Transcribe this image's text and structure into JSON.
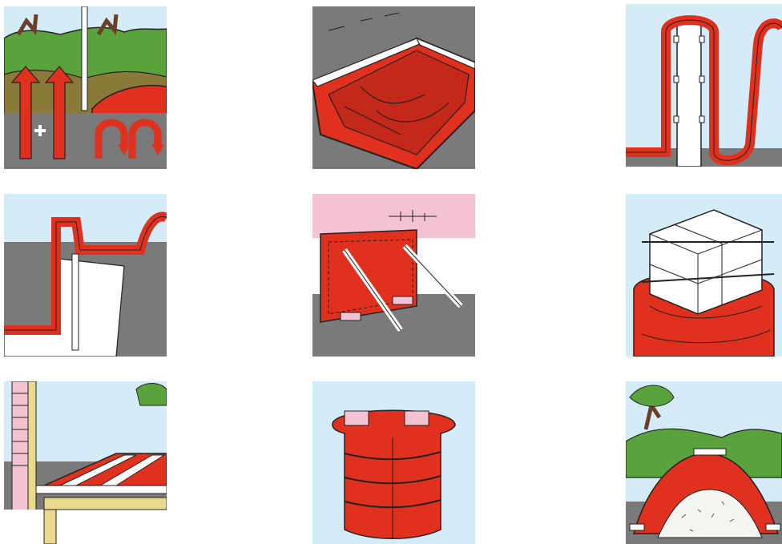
{
  "colors": {
    "membrane_red": "#e0301e",
    "ground_gray": "#7a7a7a",
    "sky_blue": "#d4ecf7",
    "pink_wall": "#f3c3d3",
    "grass_green": "#5aa23c",
    "white": "#ffffff",
    "outline": "#222222",
    "brick_yellow": "#e9d98b"
  },
  "tiles": [
    {
      "id": "tile-1",
      "icon": "drainage-pressure-icon"
    },
    {
      "id": "tile-2",
      "icon": "lined-pond-icon"
    },
    {
      "id": "tile-3",
      "icon": "wall-wrap-icon"
    },
    {
      "id": "tile-4",
      "icon": "retaining-wall-icon"
    },
    {
      "id": "tile-5",
      "icon": "braced-panel-icon"
    },
    {
      "id": "tile-6",
      "icon": "wrapped-blocks-icon"
    },
    {
      "id": "tile-7",
      "icon": "floor-slab-icon"
    },
    {
      "id": "tile-8",
      "icon": "tied-bundle-icon"
    },
    {
      "id": "tile-9",
      "icon": "covered-mound-icon"
    }
  ]
}
